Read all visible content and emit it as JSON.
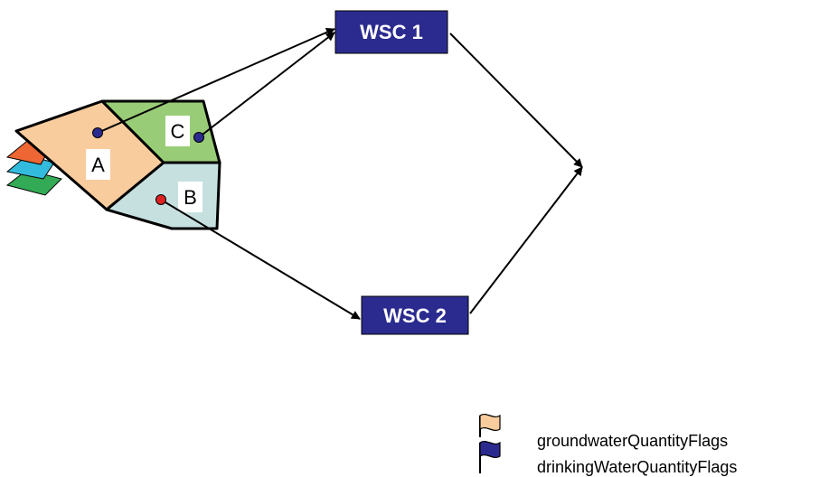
{
  "regions": [
    {
      "label": "A",
      "fill": "#f9cc9d"
    },
    {
      "label": "B",
      "fill": "#c6e0e0"
    },
    {
      "label": "C",
      "fill": "#99cc77"
    }
  ],
  "stack_layer_colors": [
    "#33aa55",
    "#33bbdd",
    "#ee6633"
  ],
  "stations": [
    {
      "label": "WSC 1",
      "fill": "#2b2b8f"
    },
    {
      "label": "WSC 2",
      "fill": "#2b2b8f"
    }
  ],
  "point_colors": {
    "A": "#2b2b8f",
    "B": "#dd2222",
    "C": "#2b2b8f"
  },
  "legend": [
    {
      "label": "groundwaterQuantityFlags",
      "flag_color": "#f9cc9d",
      "icon": "flag-icon"
    },
    {
      "label": "drinkingWaterQuantityFlags",
      "flag_color": "#2b2b8f",
      "icon": "flag-icon"
    }
  ]
}
